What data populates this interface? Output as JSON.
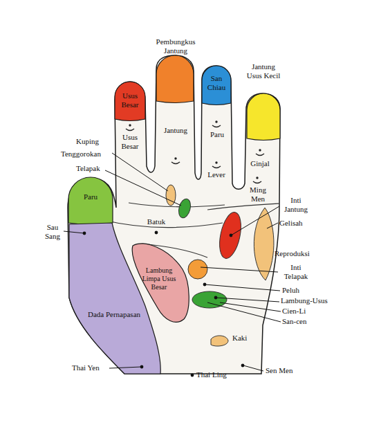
{
  "diagram": {
    "nodes": [
      {
        "text": [
          "Pembungkus Jantung"
        ]
      },
      {
        "text": [
          "Usus Besar"
        ]
      },
      {
        "text": [
          "San Chiau"
        ]
      },
      {
        "text": [
          "Jantung Usus Kecil"
        ]
      },
      {
        "text": [
          "Paru"
        ]
      },
      {
        "text": [
          "Dada Pernapasan"
        ]
      },
      {
        "text": [
          "Lambung Limpa Usus Besar"
        ]
      }
    ],
    "labels": [
      "Usus Besar",
      "Jantung",
      "Paru",
      "Kuping",
      "Tenggorokan",
      "Lever",
      "Ginjal",
      "Telapak",
      "Ming Men",
      "Inti Jantung",
      "Sau Sang",
      "Batuk",
      "Gelisah",
      "Reproduksi",
      "Inti Telapak",
      "Peluh",
      "Lambung-Usus",
      "Cien-Li",
      "San-cen",
      "Kaki",
      "Thai Yen",
      "Thai Ling",
      "Sen Men"
    ]
  }
}
